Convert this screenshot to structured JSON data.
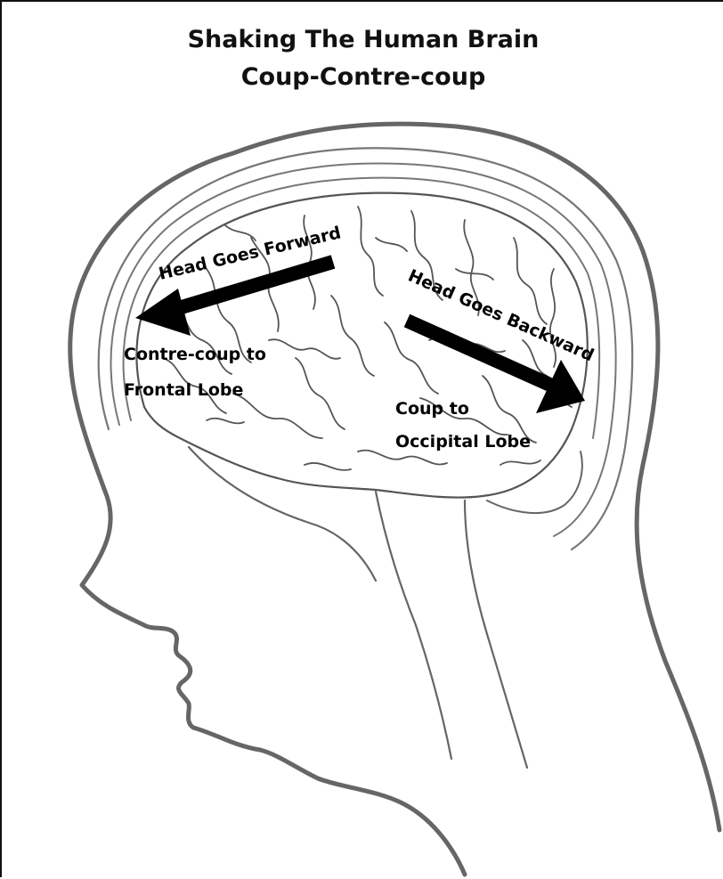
{
  "title": {
    "line1": "Shaking The Human Brain",
    "line2": "Coup-Contre-coup"
  },
  "labels": {
    "forward": "Head Goes Forward",
    "backward": "Head Goes Backward",
    "contrecoup_line1": "Contre-coup to",
    "contrecoup_line2": "Frontal Lobe",
    "coup_line1": "Coup to",
    "coup_line2": "Occipital Lobe"
  },
  "colors": {
    "outline": "#666666",
    "brain_lines": "#555555",
    "arrow": "#000000",
    "text": "#000000"
  }
}
